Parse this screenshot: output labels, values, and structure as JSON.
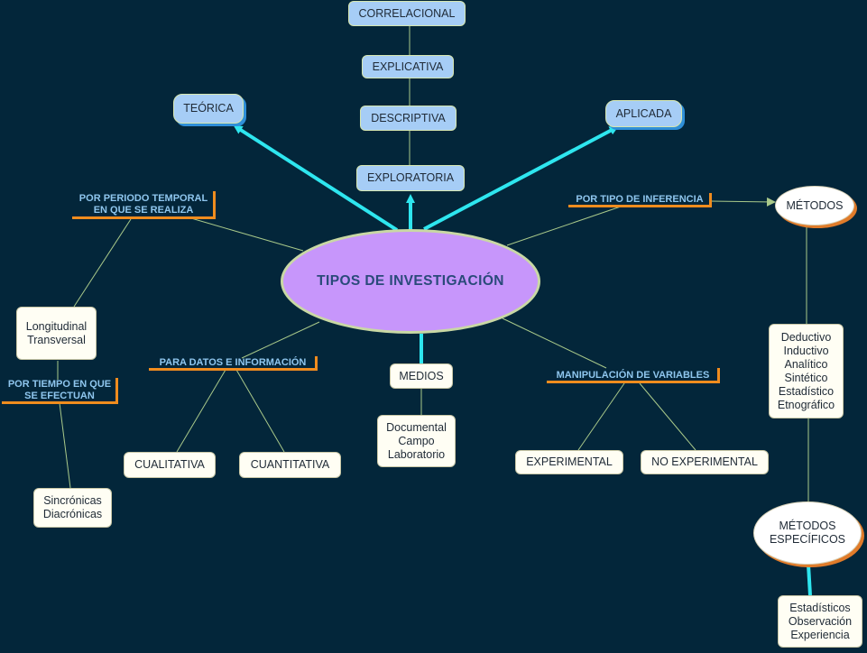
{
  "center": "TIPOS DE INVESTIGACIÓN",
  "top_chain": [
    "CORRELACIONAL",
    "EXPLICATIVA",
    "DESCRIPTIVA",
    "EXPLORATORIA"
  ],
  "teorica": "TEÓRICA",
  "aplicada": "APLICADA",
  "por_periodo": "POR PERIODO TEMPORAL\nEN QUE SE REALIZA",
  "longitudinal": [
    "Longitudinal",
    "Transversal"
  ],
  "por_tiempo": "POR TIEMPO EN QUE\nSE EFECTUAN",
  "sincronicas": [
    "Sincrónicas",
    "Diacrónicas"
  ],
  "para_datos": "PARA DATOS E INFORMACIÓN",
  "cualitativa": "CUALITATIVA",
  "cuantitativa": "CUANTITATIVA",
  "medios": "MEDIOS",
  "medios_items": [
    "Documental",
    "Campo",
    "Laboratorio"
  ],
  "manipulacion": "MANIPULACIÓN DE VARIABLES",
  "experimental": "EXPERIMENTAL",
  "no_experimental": "NO EXPERIMENTAL",
  "por_inferencia": "POR TIPO DE INFERENCIA",
  "metodos": "MÉTODOS",
  "metodos_items": [
    "Deductivo",
    "Inductivo",
    "Analítico",
    "Sintético",
    "Estadístico",
    "Etnográfico"
  ],
  "metodos_especificos": [
    "MÉTODOS",
    "ESPECÍFICOS"
  ],
  "especificos_items": [
    "Estadísticos",
    "Observación",
    "Experiencia"
  ],
  "colors": {
    "background": "#03263a",
    "center": "#c796fb",
    "arrow": "#2ee6ef",
    "underline": "#f08c1e",
    "label": "#8fc6ee"
  }
}
